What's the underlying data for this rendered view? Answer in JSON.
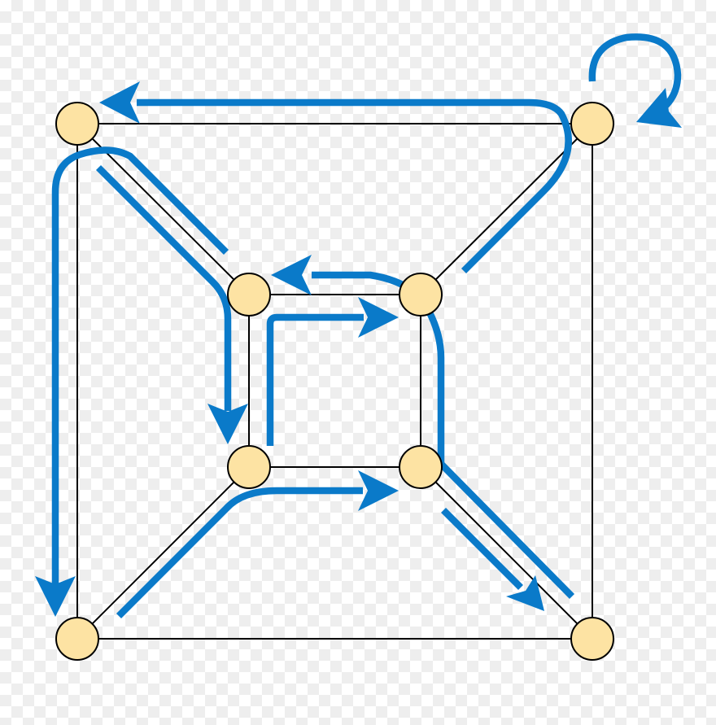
{
  "colors": {
    "vertex_fill": "#fde3a3",
    "edge": "#000000",
    "path": "#0a7ac9"
  },
  "graph": {
    "vertices": [
      "outer-top-left",
      "outer-top-right",
      "outer-bottom-left",
      "outer-bottom-right",
      "inner-top-left",
      "inner-top-right",
      "inner-bottom-left",
      "inner-bottom-right"
    ],
    "edges": [
      [
        "outer-top-left",
        "outer-top-right"
      ],
      [
        "outer-top-left",
        "outer-bottom-left"
      ],
      [
        "outer-top-right",
        "outer-bottom-right"
      ],
      [
        "outer-bottom-left",
        "outer-bottom-right"
      ],
      [
        "outer-top-left",
        "inner-top-left"
      ],
      [
        "outer-top-right",
        "inner-top-right"
      ],
      [
        "outer-bottom-left",
        "inner-bottom-left"
      ],
      [
        "outer-bottom-right",
        "inner-bottom-right"
      ],
      [
        "inner-top-left",
        "inner-top-right"
      ],
      [
        "inner-top-left",
        "inner-bottom-left"
      ],
      [
        "inner-top-right",
        "inner-bottom-right"
      ],
      [
        "inner-bottom-left",
        "inner-bottom-right"
      ]
    ]
  },
  "walk": {
    "icons": [
      "arrow-icon",
      "self-loop-arrow-icon"
    ]
  }
}
